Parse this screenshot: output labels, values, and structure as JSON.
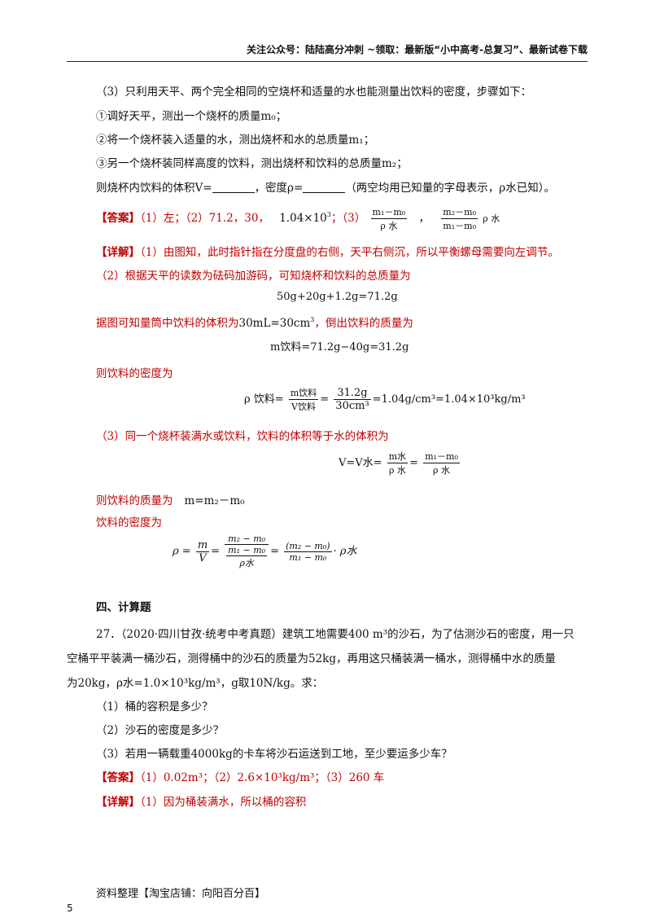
{
  "header": "关注公众号：陆陆高分冲刺  ~领取：最新版“小中高考-总复习”、最新试卷下载",
  "q3": {
    "intro": "（3）只利用天平、两个完全相同的空烧杯和适量的水也能测量出饮料的密度，步骤如下：",
    "step1": "①调好天平，测出一个烧杯的质量m₀；",
    "step2": "②将一个烧杯装入适量的水，测出烧杯和水的总质量m₁；",
    "step3": "③另一个烧杯装同样高度的饮料，测出烧杯和饮料的总质量m₂；",
    "ask_a": "则烧杯内饮料的体积V=",
    "ask_b": "，密度ρ=",
    "ask_c": "（两空均用已知量的字母表示，ρ水已知）。"
  },
  "answer1": {
    "tag": "【答案】",
    "body": "（1）左；（2）71.2，30，",
    "value": "1.04×10",
    "exp": "3",
    "semi": "；（3）",
    "f1_num": "m₁－m₀",
    "f1_den": "ρ 水",
    "comma": "，",
    "f2_num": "m₂－m₀",
    "f2_den": "m₁－m₀",
    "f2_tail": "ρ 水"
  },
  "detail1": {
    "tag": "【详解】",
    "p1": "（1）由图知，此时指针指在分度盘的右侧，天平右侧沉，所以平衡螺母需要向左调节。",
    "p2": "（2）根据天平的读数为砝码加游码，可知烧杯和饮料的总质量为",
    "eq1": "50g+20g+1.2g=71.2g",
    "p3a": "据图可知量筒中饮料的体积为",
    "p3b": "30mL=30cm",
    "p3b_exp": "3",
    "p3c": "，倒出饮料的质量为",
    "eq2": "m饮料=71.2g−40g=31.2g",
    "p4": "则饮料的密度为",
    "eq3_lhs": "ρ 饮料=",
    "eq3_f1n": "m饮料",
    "eq3_f1d": "V饮料",
    "eq3_mid": "=",
    "eq3_f2n": "31.2g",
    "eq3_f2d": "30cm³",
    "eq3_rhs": "=1.04g/cm³=1.04×10³kg/m³",
    "p5": "（3）同一个烧杯装满水或饮料，饮料的体积等于水的体积为",
    "eq4_lhs": "V=V水=",
    "eq4_f1n": "m水",
    "eq4_f1d": "ρ 水",
    "eq4_mid": "=",
    "eq4_f2n": "m₁－m₀",
    "eq4_f2d": "ρ 水",
    "p6a": "则饮料的质量为",
    "p6b": "m=m₂－m₀",
    "p7": "饮料的密度为",
    "eq5_lhs": "ρ =",
    "eq5_f1n": "m",
    "eq5_f1d": "V",
    "eq5_f2n": "m₂ − m₀",
    "eq5_f2d_n": "m₁ − m₀",
    "eq5_f2d_d": "ρ水",
    "eq5_f3n": "(m₂ − m₀)",
    "eq5_f3d": "m₁ − m₀",
    "eq5_tail": "· ρ水"
  },
  "section": "四、计算题",
  "q27": {
    "l1": "27．（2020·四川甘孜·统考中考真题）建筑工地需要400 m³的沙石，为了估测沙石的密度，用一只",
    "l2": "空桶平平装满一桶沙石，测得桶中的沙石的质量为52kg，再用这只桶装满一桶水，测得桶中水的质量",
    "l3": "为20kg，ρ水=1.0×10³kg/m³，g取10N/kg。求：",
    "s1": "（1）桶的容积是多少？",
    "s2": "（2）沙石的密度是多少？",
    "s3": "（3）若用一辆载重4000kg的卡车将沙石运送到工地，至少要运多少车？"
  },
  "answer2": {
    "tag": "【答案】",
    "body": "（1）0.02m³；（2）2.6×10³kg/m³；（3）260 车"
  },
  "detail2": {
    "tag": "【详解】",
    "body": "（1）因为桶装满水，所以桶的容积"
  },
  "footer": "资料整理【淘宝店铺：向阳百分百】",
  "page_number": "5"
}
